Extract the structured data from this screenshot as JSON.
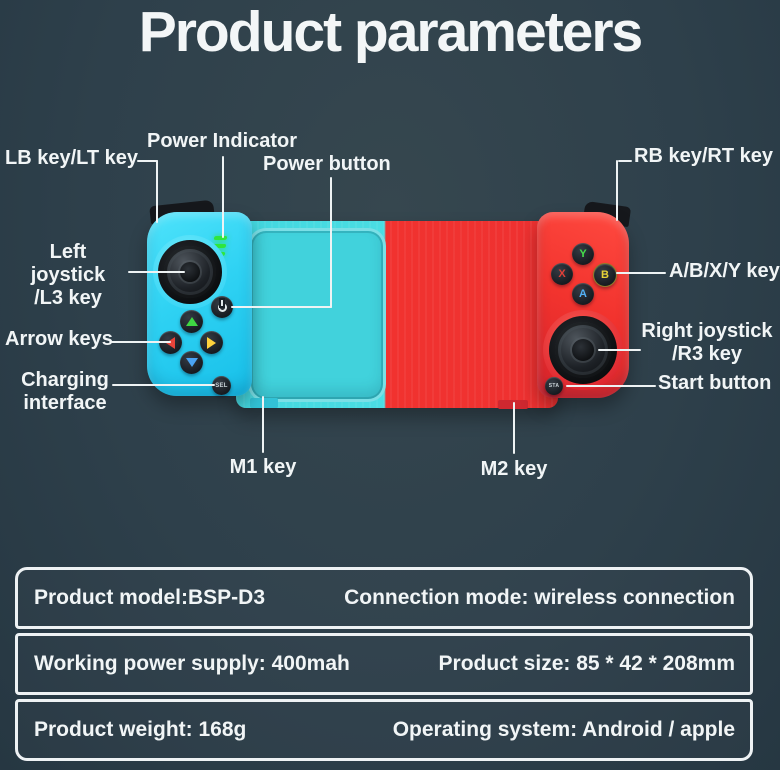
{
  "title": "Product parameters",
  "callouts": {
    "lb": "LB key/LT key",
    "power_indicator": "Power Indicator",
    "power_button": "Power button",
    "rb": "RB key/RT key",
    "left_joystick_line1": "Left joystick",
    "left_joystick_line2": "/L3 key",
    "abxy": "A/B/X/Y key",
    "arrow_keys": "Arrow keys",
    "right_joystick_line1": "Right joystick",
    "right_joystick_line2": "/R3 key",
    "charging_line1": "Charging",
    "charging_line2": "interface",
    "start_button": "Start button",
    "m1": "M1 key",
    "m2": "M2 key"
  },
  "controller": {
    "buttons": {
      "y": "Y",
      "x": "X",
      "b": "B",
      "a": "A",
      "select": "SEL",
      "start": "STA"
    },
    "icons": [
      "power-icon",
      "dpad-up-icon",
      "dpad-left-icon",
      "dpad-right-icon",
      "dpad-down-icon",
      "led-indicator"
    ],
    "colors": {
      "background": "#2e404b",
      "text": "#f1f5f6",
      "left_body": "#2fd2f3",
      "right_body": "#f2332e",
      "backplate_left": "#4adde3",
      "led": "#2fe63d",
      "dpad_up": "#3fd743",
      "dpad_left": "#e8443a",
      "dpad_right": "#ffd23c",
      "dpad_down": "#4aa3f2",
      "btn_y": "#45e04a",
      "btn_x": "#e04038",
      "btn_b": "#e6d337",
      "btn_a": "#52b1f5"
    }
  },
  "spec_table": {
    "rows": [
      {
        "left": "Product model:BSP-D3",
        "right": "Connection mode: wireless connection"
      },
      {
        "left": "Working power supply: 400mah",
        "right": "Product size: 85 * 42 * 208mm"
      },
      {
        "left": "Product weight: 168g",
        "right": "Operating system: Android / apple"
      }
    ]
  }
}
